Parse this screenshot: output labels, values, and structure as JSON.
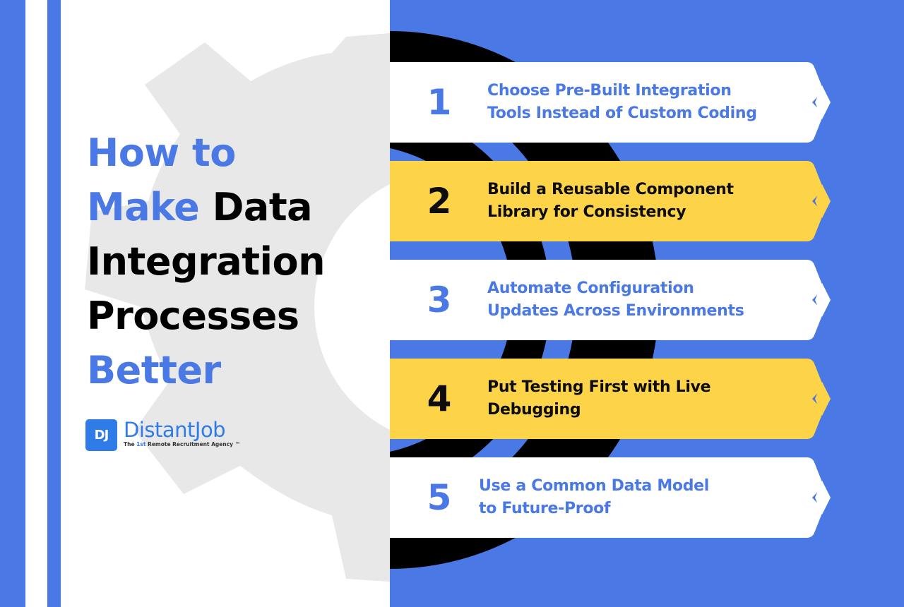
{
  "title": {
    "line1": "How to",
    "line2_blue": "Make",
    "line2_black": " Data",
    "line3": "Integration",
    "line4": "Processes",
    "line5": "Better"
  },
  "logo": {
    "mark": "DJ",
    "name": "DistantJob",
    "tagline_pre": "The ",
    "tagline_highlight": "1st",
    "tagline_post": " Remote Recruitment Agency ™"
  },
  "steps": [
    {
      "number": "1",
      "text": "Choose Pre-Built Integration\nTools Instead of Custom Coding",
      "style": "white"
    },
    {
      "number": "2",
      "text": "Build a Reusable Component\nLibrary for Consistency",
      "style": "yellow"
    },
    {
      "number": "3",
      "text": "Automate Configuration\nUpdates Across Environments",
      "style": "white"
    },
    {
      "number": "4",
      "text": "Put Testing First with Live\nDebugging",
      "style": "yellow"
    },
    {
      "number": "5",
      "text": "Use a Common Data Model\nto Future-Proof",
      "style": "white"
    }
  ],
  "colors": {
    "brand_blue": "#4a78e4",
    "logo_blue": "#2f7be8",
    "yellow": "#fdd448",
    "white": "#ffffff",
    "black": "#000000",
    "gear_gray": "#e8e8e8"
  }
}
